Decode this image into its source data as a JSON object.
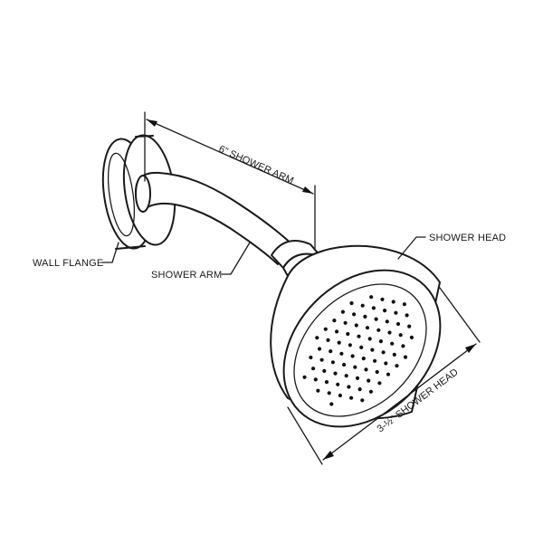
{
  "labels": {
    "wall_flange": "WALL FLANGE",
    "shower_arm": "SHOWER ARM",
    "shower_head": "SHOWER HEAD"
  },
  "dimensions": {
    "arm_length": "6” SHOWER ARM",
    "head_diameter": "3-½” SHOWER HEAD"
  },
  "colors": {
    "line": "#1a1a1a",
    "background": "#ffffff"
  }
}
